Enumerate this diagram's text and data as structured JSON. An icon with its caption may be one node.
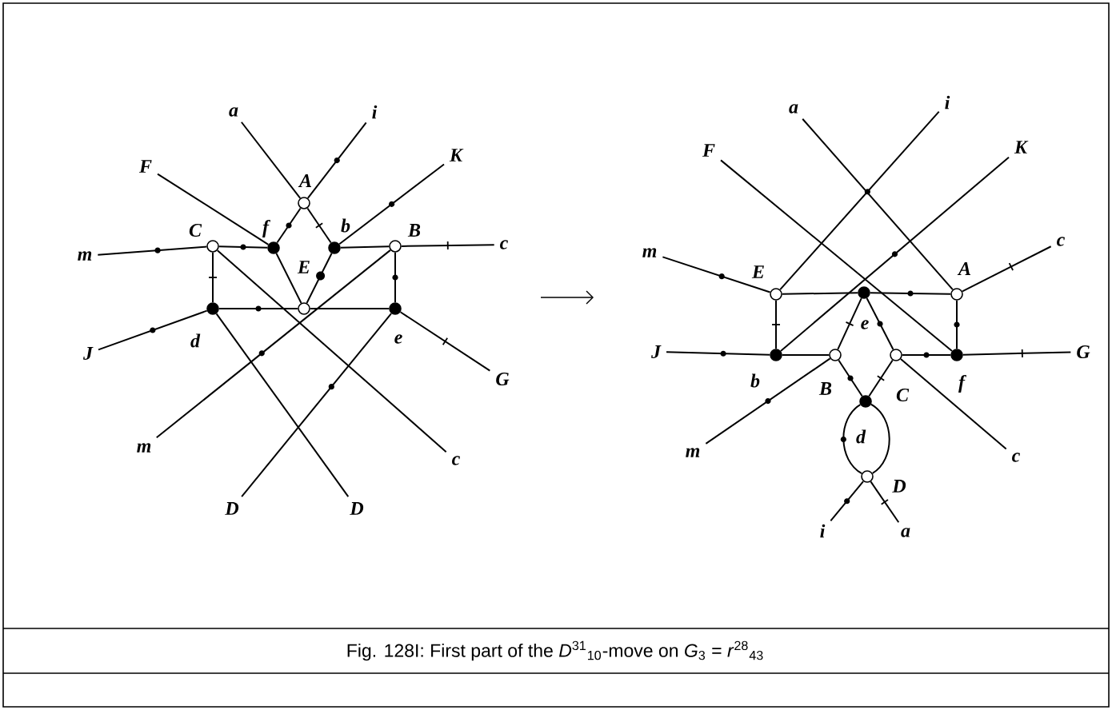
{
  "diagram": {
    "caption": "Fig. 128I: First part of the *D*$^{31}$$_{10}$-move on *G*$_{3}$ = *r*$^{28}$$_{43}$",
    "nodes": [
      {
        "text": [
          "a"
        ]
      },
      {
        "text": [
          "i"
        ]
      },
      {
        "text": [
          "K"
        ]
      },
      {
        "text": [
          "F"
        ]
      },
      {
        "text": [],
        "shape": "circle",
        "beside": [
          "A"
        ]
      },
      {
        "text": [
          "m"
        ]
      },
      {
        "text": [],
        "shape": "circle",
        "beside": [
          "C"
        ]
      },
      {
        "text": [],
        "shape": "dot",
        "beside": [
          "f"
        ]
      },
      {
        "text": [],
        "shape": "dot",
        "beside": [
          "b"
        ]
      },
      {
        "text": [],
        "shape": "circle",
        "beside": [
          "B"
        ]
      },
      {
        "text": [
          "c"
        ]
      },
      {
        "text": [],
        "shape": "circle",
        "beside": [
          "E"
        ]
      },
      {
        "text": [],
        "shape": "dot",
        "beside": [
          "d"
        ]
      },
      {
        "text": [],
        "shape": "dot",
        "beside": [
          "e"
        ]
      },
      {
        "text": [
          "J"
        ]
      },
      {
        "text": [
          "G"
        ]
      },
      {
        "text": [
          "m"
        ]
      },
      {
        "text": [
          "c"
        ]
      },
      {
        "text": [
          "D"
        ]
      },
      {
        "text": [
          "D"
        ]
      },
      {
        "text": [
          "a"
        ]
      },
      {
        "text": [
          "i"
        ]
      },
      {
        "text": [
          "F"
        ]
      },
      {
        "text": [
          "K"
        ]
      },
      {
        "text": [
          "m"
        ]
      },
      {
        "text": [
          "c"
        ]
      },
      {
        "text": [],
        "shape": "circle",
        "beside": [
          "E"
        ]
      },
      {
        "text": [],
        "shape": "dot",
        "beside": [
          "e"
        ]
      },
      {
        "text": [],
        "shape": "circle",
        "beside": [
          "A"
        ]
      },
      {
        "text": [
          "J"
        ]
      },
      {
        "text": [],
        "shape": "dot",
        "beside": [
          "b"
        ]
      },
      {
        "text": [],
        "shape": "circle",
        "beside": [
          "B"
        ]
      },
      {
        "text": [],
        "shape": "circle",
        "beside": [
          "C"
        ]
      },
      {
        "text": [],
        "shape": "dot",
        "beside": [
          "f"
        ]
      },
      {
        "text": [
          "G"
        ]
      },
      {
        "text": [],
        "shape": "dot",
        "beside": [
          "d"
        ]
      },
      {
        "text": [
          "m"
        ]
      },
      {
        "text": [
          "c"
        ]
      },
      {
        "text": [],
        "shape": "circle",
        "beside": [
          "D"
        ]
      },
      {
        "text": [
          "i"
        ]
      },
      {
        "text": [
          "a"
        ]
      }
    ],
    "edges": [
      {
        "from": 0,
        "to": 4,
        "arrow": "none"
      },
      {
        "from": 1,
        "to": 4,
        "arrow": "none"
      },
      {
        "from": 4,
        "to": 7,
        "arrow": "none"
      },
      {
        "from": 4,
        "to": 8,
        "arrow": "none"
      },
      {
        "from": 3,
        "to": 7,
        "arrow": "none"
      },
      {
        "from": 2,
        "to": 8,
        "arrow": "none"
      },
      {
        "from": 5,
        "to": 6,
        "arrow": "none"
      },
      {
        "from": 6,
        "to": 7,
        "arrow": "none"
      },
      {
        "from": 8,
        "to": 9,
        "arrow": "none"
      },
      {
        "from": 9,
        "to": 10,
        "arrow": "none"
      },
      {
        "from": 7,
        "to": 11,
        "arrow": "none"
      },
      {
        "from": 8,
        "to": 11,
        "arrow": "none"
      },
      {
        "from": 6,
        "to": 12,
        "arrow": "none"
      },
      {
        "from": 9,
        "to": 13,
        "arrow": "none"
      },
      {
        "from": 12,
        "to": 11,
        "arrow": "none"
      },
      {
        "from": 11,
        "to": 13,
        "arrow": "none"
      },
      {
        "from": 14,
        "to": 12,
        "arrow": "none"
      },
      {
        "from": 13,
        "to": 15,
        "arrow": "none"
      },
      {
        "from": 6,
        "to": 17,
        "arrow": "none"
      },
      {
        "from": 9,
        "to": 16,
        "arrow": "none"
      },
      {
        "from": 12,
        "to": 19,
        "arrow": "none"
      },
      {
        "from": 13,
        "to": 18,
        "arrow": "none"
      },
      {
        "from": 20,
        "to": 28,
        "arrow": "none"
      },
      {
        "from": 21,
        "to": 26,
        "arrow": "none"
      },
      {
        "from": 22,
        "to": 33,
        "arrow": "none"
      },
      {
        "from": 23,
        "to": 30,
        "arrow": "none"
      },
      {
        "from": 24,
        "to": 26,
        "arrow": "none"
      },
      {
        "from": 28,
        "to": 25,
        "arrow": "none"
      },
      {
        "from": 26,
        "to": 27,
        "arrow": "none"
      },
      {
        "from": 27,
        "to": 28,
        "arrow": "none"
      },
      {
        "from": 26,
        "to": 30,
        "arrow": "none"
      },
      {
        "from": 28,
        "to": 33,
        "arrow": "none"
      },
      {
        "from": 29,
        "to": 30,
        "arrow": "none"
      },
      {
        "from": 30,
        "to": 31,
        "arrow": "none"
      },
      {
        "from": 32,
        "to": 33,
        "arrow": "none"
      },
      {
        "from": 33,
        "to": 34,
        "arrow": "none"
      },
      {
        "from": 27,
        "to": 31,
        "arrow": "none"
      },
      {
        "from": 27,
        "to": 32,
        "arrow": "none"
      },
      {
        "from": 31,
        "to": 36,
        "arrow": "none"
      },
      {
        "from": 32,
        "to": 37,
        "arrow": "none"
      },
      {
        "from": 31,
        "to": 35,
        "arrow": "none"
      },
      {
        "from": 32,
        "to": 35,
        "arrow": "none"
      },
      {
        "from": 35,
        "to": 38,
        "arrow": "none"
      },
      {
        "from": 35,
        "to": 38,
        "arrow": "none"
      },
      {
        "from": 38,
        "to": 39,
        "arrow": "none"
      },
      {
        "from": 38,
        "to": 40,
        "arrow": "none"
      }
    ]
  }
}
